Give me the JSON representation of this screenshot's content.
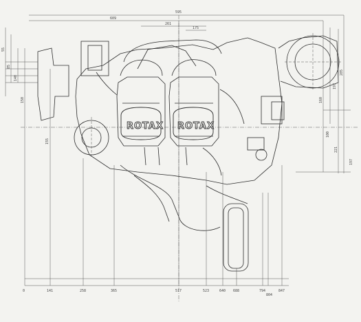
{
  "drawing": {
    "brand_left": "ROTAX",
    "brand_right": "ROTAX",
    "bottom_ticks": [
      "0",
      "141",
      "258",
      "365",
      "517",
      "523",
      "640",
      "688",
      "794",
      "804",
      "847"
    ],
    "top_dims": [
      "595",
      "609",
      "261",
      "175"
    ],
    "left_dims": [
      "55",
      "85",
      "140",
      "150",
      "155"
    ],
    "right_dims": [
      "285",
      "197",
      "160",
      "221",
      "100",
      "197"
    ],
    "colors": {
      "paper": "#f3f3f0",
      "ink": "#2a2a2a",
      "thin": "#555555"
    }
  }
}
